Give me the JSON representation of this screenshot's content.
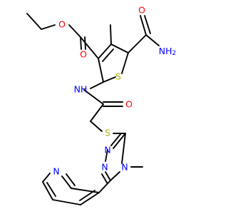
{
  "colors": {
    "bond": "#000000",
    "O": "#ff0000",
    "N": "#0000ff",
    "S": "#b2b200",
    "background": "#ffffff"
  },
  "atom_labels": {
    "ester_O_double": "O",
    "ester_O_single": "O",
    "amide_O": "O",
    "amide_N": "NH2",
    "amide_N_main": "NH",
    "amide_N_sub": "2",
    "thiophene_S": "S",
    "linker_NH": "NH",
    "linker_O": "O",
    "thioether_S": "S",
    "triazole_N1": "N",
    "triazole_N2": "N",
    "triazole_N4": "N",
    "pyridine_N": "N"
  }
}
